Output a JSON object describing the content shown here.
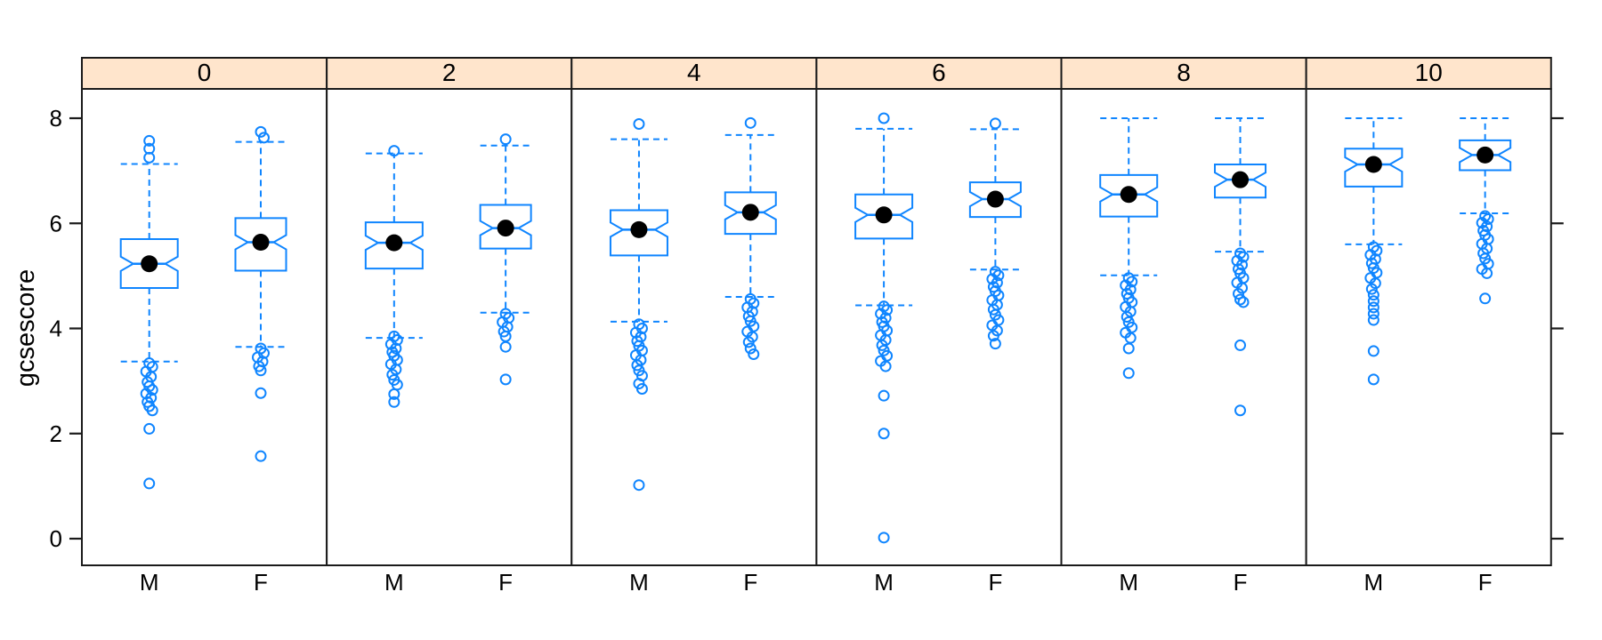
{
  "figure_title": "",
  "chart_data": {
    "type": "boxplot",
    "variant": "lattice-notched-bwplot",
    "ylabel": "gcsescore",
    "yticks": [
      0,
      2,
      4,
      6,
      8
    ],
    "ylim": [
      -0.5,
      8.55
    ],
    "group_labels": [
      "M",
      "F"
    ],
    "legend": "none",
    "grid": "off",
    "colors": {
      "box": "#0f85ff",
      "median_dot": "#000000",
      "strip_fill": "#ffe5cc",
      "panel_border": "#1a1a1a",
      "background": "#ffffff"
    },
    "panels": [
      {
        "label": "0",
        "groups": [
          {
            "label": "M",
            "whisker_low": 3.37,
            "q1": 4.77,
            "median": 5.23,
            "q3": 5.7,
            "whisker_high": 7.13,
            "outliers_high": [
              7.25,
              7.42,
              7.57
            ],
            "outliers_low": [
              3.34,
              3.27,
              3.18,
              3.08,
              2.98,
              2.9,
              2.83,
              2.76,
              2.68,
              2.6,
              2.52,
              2.44,
              2.09,
              1.05
            ]
          },
          {
            "label": "F",
            "whisker_low": 3.65,
            "q1": 5.1,
            "median": 5.64,
            "q3": 6.1,
            "whisker_high": 7.55,
            "outliers_high": [
              7.63,
              7.74
            ],
            "outliers_low": [
              3.62,
              3.53,
              3.45,
              3.37,
              3.28,
              3.2,
              2.77,
              1.57
            ]
          }
        ]
      },
      {
        "label": "2",
        "groups": [
          {
            "label": "M",
            "whisker_low": 3.82,
            "q1": 5.14,
            "median": 5.63,
            "q3": 6.02,
            "whisker_high": 7.33,
            "outliers_high": [
              7.38
            ],
            "outliers_low": [
              3.85,
              3.78,
              3.7,
              3.62,
              3.55,
              3.48,
              3.4,
              3.32,
              3.22,
              3.12,
              3.02,
              2.93,
              2.75,
              2.6
            ]
          },
          {
            "label": "F",
            "whisker_low": 4.3,
            "q1": 5.52,
            "median": 5.91,
            "q3": 6.35,
            "whisker_high": 7.48,
            "outliers_high": [
              7.6
            ],
            "outliers_low": [
              4.28,
              4.2,
              4.12,
              4.03,
              3.94,
              3.85,
              3.65,
              3.03
            ]
          }
        ]
      },
      {
        "label": "4",
        "groups": [
          {
            "label": "M",
            "whisker_low": 4.13,
            "q1": 5.39,
            "median": 5.88,
            "q3": 6.25,
            "whisker_high": 7.6,
            "outliers_high": [
              7.89
            ],
            "outliers_low": [
              4.08,
              4.0,
              3.92,
              3.84,
              3.76,
              3.67,
              3.58,
              3.49,
              3.4,
              3.3,
              3.2,
              3.1,
              2.95,
              2.85,
              1.02
            ]
          },
          {
            "label": "F",
            "whisker_low": 4.6,
            "q1": 5.8,
            "median": 6.21,
            "q3": 6.59,
            "whisker_high": 7.68,
            "outliers_high": [
              7.91
            ],
            "outliers_low": [
              4.56,
              4.48,
              4.4,
              4.32,
              4.23,
              4.14,
              4.04,
              3.94,
              3.84,
              3.74,
              3.62,
              3.51
            ]
          }
        ]
      },
      {
        "label": "6",
        "groups": [
          {
            "label": "M",
            "whisker_low": 4.44,
            "q1": 5.71,
            "median": 6.16,
            "q3": 6.55,
            "whisker_high": 7.8,
            "outliers_high": [
              8.0
            ],
            "outliers_low": [
              4.42,
              4.35,
              4.28,
              4.2,
              4.12,
              4.04,
              3.96,
              3.87,
              3.78,
              3.68,
              3.58,
              3.48,
              3.38,
              3.28,
              2.72,
              2.0,
              0.02
            ]
          },
          {
            "label": "F",
            "whisker_low": 5.12,
            "q1": 6.12,
            "median": 6.46,
            "q3": 6.78,
            "whisker_high": 7.79,
            "outliers_high": [
              7.9
            ],
            "outliers_low": [
              5.08,
              5.01,
              4.94,
              4.87,
              4.79,
              4.71,
              4.63,
              4.54,
              4.45,
              4.36,
              4.26,
              4.16,
              4.06,
              3.96,
              3.86,
              3.71
            ]
          }
        ]
      },
      {
        "label": "8",
        "groups": [
          {
            "label": "M",
            "whisker_low": 5.01,
            "q1": 6.13,
            "median": 6.55,
            "q3": 6.92,
            "whisker_high": 8.0,
            "outliers_high": [],
            "outliers_low": [
              4.96,
              4.89,
              4.82,
              4.74,
              4.66,
              4.58,
              4.5,
              4.41,
              4.32,
              4.22,
              4.12,
              4.02,
              3.92,
              3.82,
              3.62,
              3.15
            ]
          },
          {
            "label": "F",
            "whisker_low": 5.46,
            "q1": 6.49,
            "median": 6.83,
            "q3": 7.12,
            "whisker_high": 8.0,
            "outliers_high": [],
            "outliers_low": [
              5.43,
              5.36,
              5.29,
              5.21,
              5.13,
              5.05,
              4.96,
              4.87,
              4.77,
              4.66,
              4.55,
              4.5,
              3.68,
              2.44
            ]
          }
        ]
      },
      {
        "label": "10",
        "groups": [
          {
            "label": "M",
            "whisker_low": 5.6,
            "q1": 6.7,
            "median": 7.12,
            "q3": 7.42,
            "whisker_high": 8.0,
            "outliers_high": [],
            "outliers_low": [
              5.55,
              5.48,
              5.4,
              5.32,
              5.24,
              5.15,
              5.06,
              4.96,
              4.86,
              4.75,
              4.64,
              4.52,
              4.4,
              4.28,
              4.16,
              3.57,
              3.03
            ]
          },
          {
            "label": "F",
            "whisker_low": 6.19,
            "q1": 7.01,
            "median": 7.3,
            "q3": 7.58,
            "whisker_high": 8.0,
            "outliers_high": [],
            "outliers_low": [
              6.14,
              6.08,
              6.01,
              5.94,
              5.86,
              5.78,
              5.7,
              5.61,
              5.52,
              5.43,
              5.33,
              5.23,
              5.13,
              5.05,
              4.57
            ]
          }
        ]
      }
    ]
  }
}
